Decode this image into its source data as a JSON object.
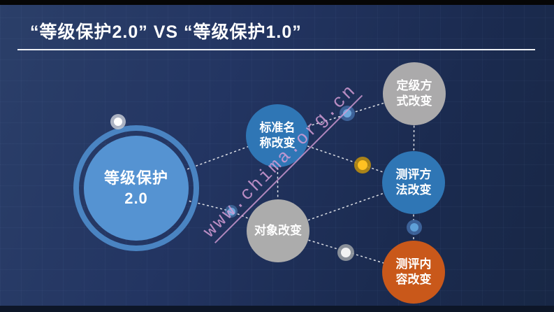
{
  "slide": {
    "title": "“等级保护2.0” VS “等级保护1.0”",
    "watermark": "www.chima.org.cn"
  },
  "diagram": {
    "main_node": {
      "id": "dengji-baohu-2-0",
      "line1": "等级保护",
      "line2": "2.0",
      "color": "#5593d2",
      "ring_color": "#4a84c2"
    },
    "nodes": [
      {
        "id": "standard-name-change",
        "line1": "标准名",
        "line2": "称改变",
        "color": "#2f76b5"
      },
      {
        "id": "object-change",
        "line1": "对象改变",
        "line2": "",
        "color": "#acacac"
      },
      {
        "id": "grading-method-change",
        "line1": "定级方",
        "line2": "式改变",
        "color": "#abaaab"
      },
      {
        "id": "evaluation-method-change",
        "line1": "测评方",
        "line2": "法改变",
        "color": "#2f76b5"
      },
      {
        "id": "evaluation-content-change",
        "line1": "测评内",
        "line2": "容改变",
        "color": "#c9581a"
      }
    ],
    "edges": [
      [
        "dengji-baohu-2-0",
        "standard-name-change"
      ],
      [
        "dengji-baohu-2-0",
        "object-change"
      ],
      [
        "standard-name-change",
        "object-change"
      ],
      [
        "standard-name-change",
        "grading-method-change"
      ],
      [
        "standard-name-change",
        "evaluation-method-change"
      ],
      [
        "object-change",
        "evaluation-method-change"
      ],
      [
        "object-change",
        "evaluation-content-change"
      ],
      [
        "grading-method-change",
        "evaluation-method-change"
      ],
      [
        "evaluation-method-change",
        "evaluation-content-change"
      ]
    ],
    "accent_colors": {
      "blue_node": "#2f76b5",
      "light_blue_node": "#5593d2",
      "gray_node": "#acacac",
      "orange_node": "#c9581a",
      "yellow_dot": "#ffc122",
      "background_navy": "#1d2e52",
      "watermark_pink": "#d39cd5",
      "connector_white": "#ffffff"
    }
  }
}
